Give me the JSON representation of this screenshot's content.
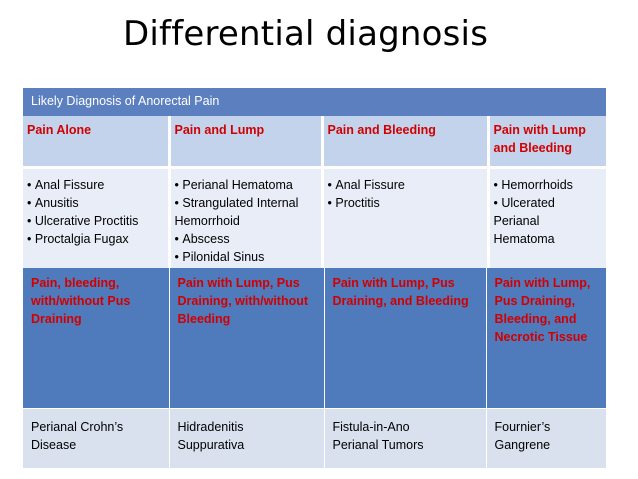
{
  "title": "Differential diagnosis",
  "table1": {
    "caption": "Likely Diagnosis of  Anorectal Pain",
    "headers": [
      "Pain Alone",
      "Pain and Lump",
      "Pain and Bleeding",
      "Pain with Lump and Bleeding"
    ],
    "columns": [
      [
        "Anal Fissure",
        "Anusitis",
        "Ulcerative Proctitis",
        "Proctalgia Fugax"
      ],
      [
        "Perianal Hematoma",
        "Strangulated Internal Hemorrhoid",
        "Abscess",
        "Pilonidal Sinus"
      ],
      [
        "Anal Fissure",
        "Proctitis"
      ],
      [
        "Hemorrhoids",
        "Ulcerated Perianal Hematoma"
      ]
    ]
  },
  "table2": {
    "headers": [
      "Pain, bleeding, with/without Pus Draining",
      "Pain with Lump, Pus Draining, with/without Bleeding",
      "Pain with Lump, Pus Draining, and Bleeding",
      "Pain with Lump, Pus Draining, Bleeding, and Necrotic Tissue"
    ],
    "cells": [
      "Perianal Crohn’s\nDisease",
      "Hidradenitis\nSuppurativa",
      "Fistula-in-Ano\nPerianal Tumors",
      "Fournier’s\nGangrene"
    ]
  },
  "colors": {
    "caption_bg": "#5b7fbf",
    "header_bg_light": "#c3d3ec",
    "header_bg_dark": "#4f7bbd",
    "header_text": "#d10000",
    "body_bg": "#e8edf7"
  }
}
